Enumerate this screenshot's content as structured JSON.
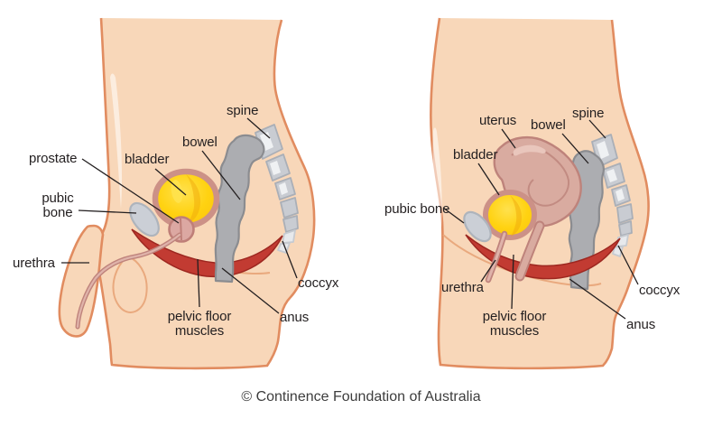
{
  "page": {
    "credit": "© Continence Foundation of Australia",
    "background": "#FFFFFF"
  },
  "colors": {
    "skin": "#F8D7B9",
    "skin_outline": "#E18C60",
    "crease": "#E9A97E",
    "belly_highlight": "#FDF3E7",
    "bladder_yellow": "#FFD211",
    "bladder_shade": "#F0A90C",
    "bladder_streak": "#FFE34F",
    "organ_ring": "#CC9187",
    "prostate_pink": "#DCA8A2",
    "prostate_outline": "#BF7F78",
    "uterus_pink": "#D9ABA0",
    "uterus_outline": "#BE837B",
    "tube_outline": "#BF837C",
    "tube_fill": "#DFB3AA",
    "pubic_bone_gray": "#CBCFD6",
    "pubic_bone_outline": "#AEB4BC",
    "bowel_gray": "#ACADB1",
    "bowel_outline": "#8B8C90",
    "spine_gray": "#C9CCD2",
    "spine_outline": "#AAAFB7",
    "spine_highlight": "#EFF1F3",
    "coccyx_light": "#E7E9EC",
    "muscle_red": "#C23B32",
    "muscle_outline": "#9D2720",
    "label_text": "#231F20",
    "leader_line": "#231F20"
  },
  "male": {
    "title": "male-pelvic-side-view",
    "labels": {
      "prostate": "prostate",
      "bladder": "bladder",
      "bowel": "bowel",
      "spine": "spine",
      "pubic_bone": "pubic\nbone",
      "urethra": "urethra",
      "pelvic_floor": "pelvic floor\nmuscles",
      "anus": "anus",
      "coccyx": "coccyx"
    }
  },
  "female": {
    "title": "female-pelvic-side-view",
    "labels": {
      "uterus": "uterus",
      "bowel": "bowel",
      "spine": "spine",
      "bladder": "bladder",
      "pubic_bone": "pubic bone",
      "urethra": "urethra",
      "pelvic_floor": "pelvic floor\nmuscles",
      "coccyx": "coccyx",
      "anus": "anus"
    }
  }
}
